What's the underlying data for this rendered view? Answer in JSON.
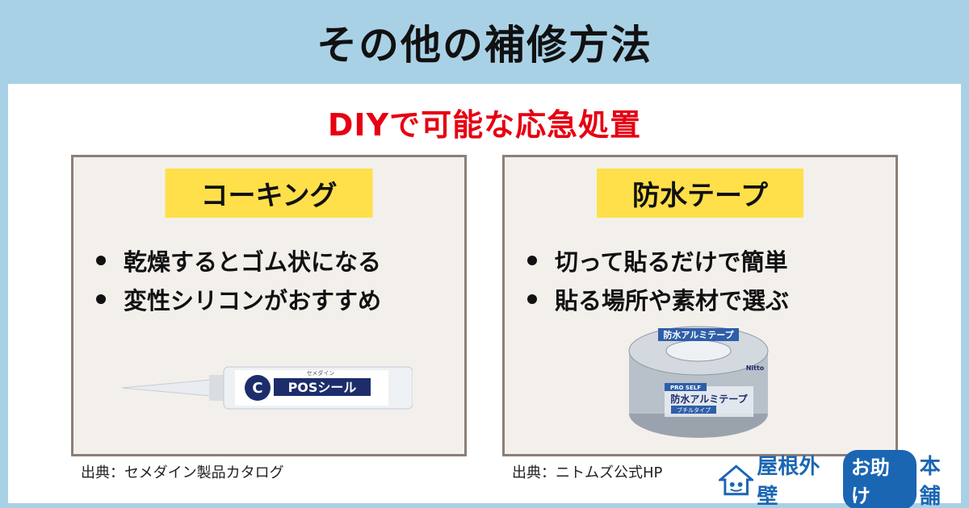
{
  "header": {
    "title": "その他の補修方法"
  },
  "subtitle": "DIYで可能な応急処置",
  "cards": [
    {
      "label": "コーキング",
      "bullets": [
        "乾燥するとゴム状になる",
        "変性シリコンがおすすめ"
      ],
      "product_text": {
        "brand": "POSシール",
        "small": "セメダイン"
      },
      "source": "出典：セメダイン製品カタログ"
    },
    {
      "label": "防水テープ",
      "bullets": [
        "切って貼るだけで簡単",
        "貼る場所や素材で選ぶ"
      ],
      "product_text": {
        "main": "防水アルミテープ",
        "sub": "ブチルタイプ",
        "tag": "PRO SELF",
        "brand": "Nitto"
      },
      "source": "出典：ニトムズ公式HP"
    }
  ],
  "logo": {
    "name_a": "屋根外壁",
    "badge": "お助け",
    "name_b": "本舗"
  },
  "colors": {
    "header_bg": "#a9d1e6",
    "accent_red": "#e60012",
    "label_yellow": "#ffe04a",
    "card_bg": "#f3f0ec",
    "card_border": "#8b7f79",
    "brand_blue": "#1b66b3"
  }
}
